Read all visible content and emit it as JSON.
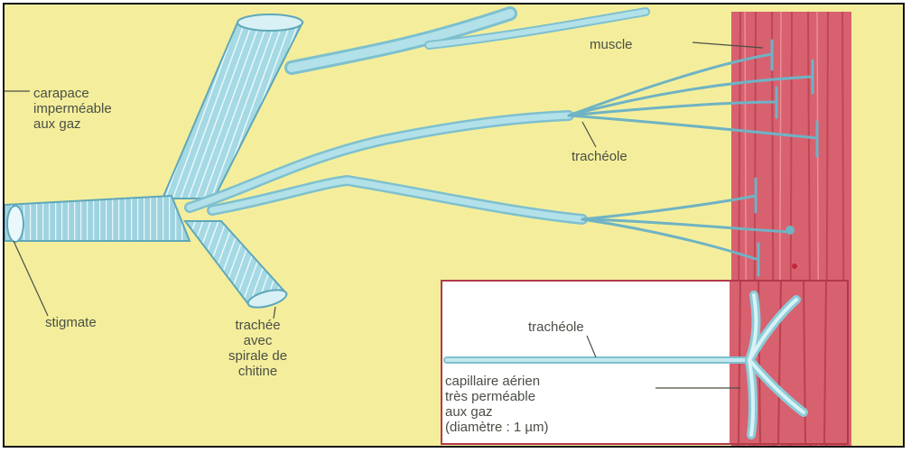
{
  "labels": {
    "carapace": "carapace\nimperméable\naux gaz",
    "muscle": "muscle",
    "tracheole_top": "trachéole",
    "stigmate": "stigmate",
    "trachee": "trachée\navec\nspirale de\nchitine",
    "tracheole_inset": "trachéole",
    "capillaire": "capillaire aérien\ntrès perméable\naux gaz\n(diamètre : 1 µm)"
  },
  "colors": {
    "background": "#f4ee9c",
    "trachea": "#9fd6e0",
    "trachea_dark": "#5ea7ba",
    "muscle": "#d8616f",
    "inset_border": "#b23a48",
    "label_text": "#4a4f45"
  }
}
